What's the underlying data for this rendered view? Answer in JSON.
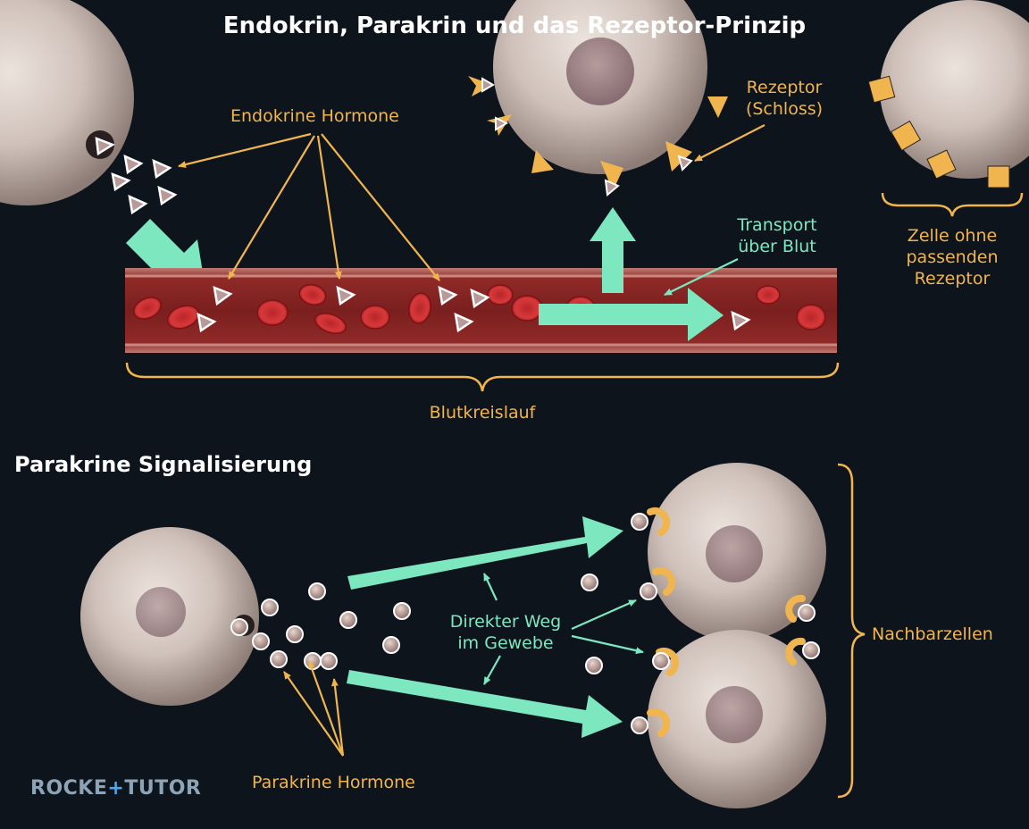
{
  "title": "Endokrin, Parakrin und das Rezeptor-Prinzip",
  "section_title": "Parakrine Signalisierung",
  "labels": {
    "endocrine_hormones": "Endokrine Hormone",
    "receptor_line1": "Rezeptor",
    "receptor_line2": "(Schloss)",
    "transport_line1": "Transport",
    "transport_line2": "über Blut",
    "no_receptor_line1": "Zelle ohne",
    "no_receptor_line2": "passenden",
    "no_receptor_line3": "Rezeptor",
    "blood_circulation": "Blutkreislauf",
    "direct_path_line1": "Direkter Weg",
    "direct_path_line2": "im Gewebe",
    "neighbor_cells": "Nachbarzellen",
    "paracrine_hormones": "Parakrine Hormone"
  },
  "brand": {
    "part1": "ROCKE",
    "plus": "+",
    "part2": "TUTOR"
  },
  "colors": {
    "background": "#0d141c",
    "label_orange": "#f0b54e",
    "label_teal": "#7de8c0",
    "arrow_teal": "#7de8c0",
    "vessel": "#9c2f2f",
    "cell": "#cfc3bd"
  },
  "icons": [
    "hormone-triangle-icon",
    "receptor-notch-icon",
    "receptor-square-icon",
    "hormone-dot-icon",
    "receptor-cup-icon"
  ]
}
